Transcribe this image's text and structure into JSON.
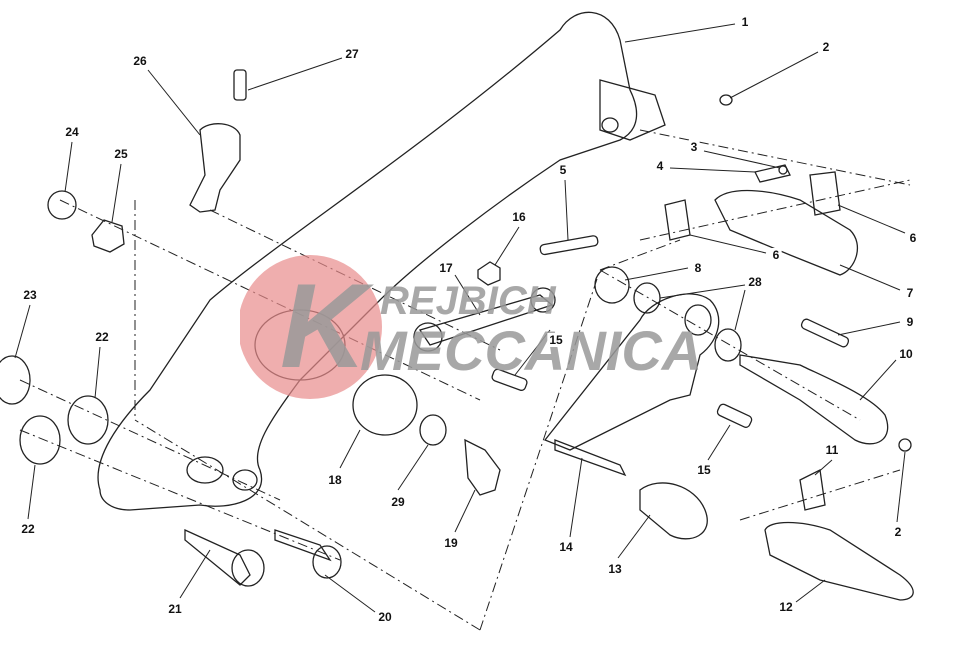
{
  "watermark": {
    "text": "KREJBICH MECCANICA",
    "circle_color": "#e88b8b",
    "letter_color": "#9a9a9a"
  },
  "callouts": [
    "1",
    "2",
    "3",
    "4",
    "5",
    "6",
    "6",
    "7",
    "8",
    "28",
    "9",
    "10",
    "15",
    "15",
    "16",
    "17",
    "11",
    "2",
    "12",
    "13",
    "14",
    "18",
    "29",
    "19",
    "20",
    "21",
    "22",
    "22",
    "23",
    "24",
    "25",
    "26",
    "27"
  ]
}
